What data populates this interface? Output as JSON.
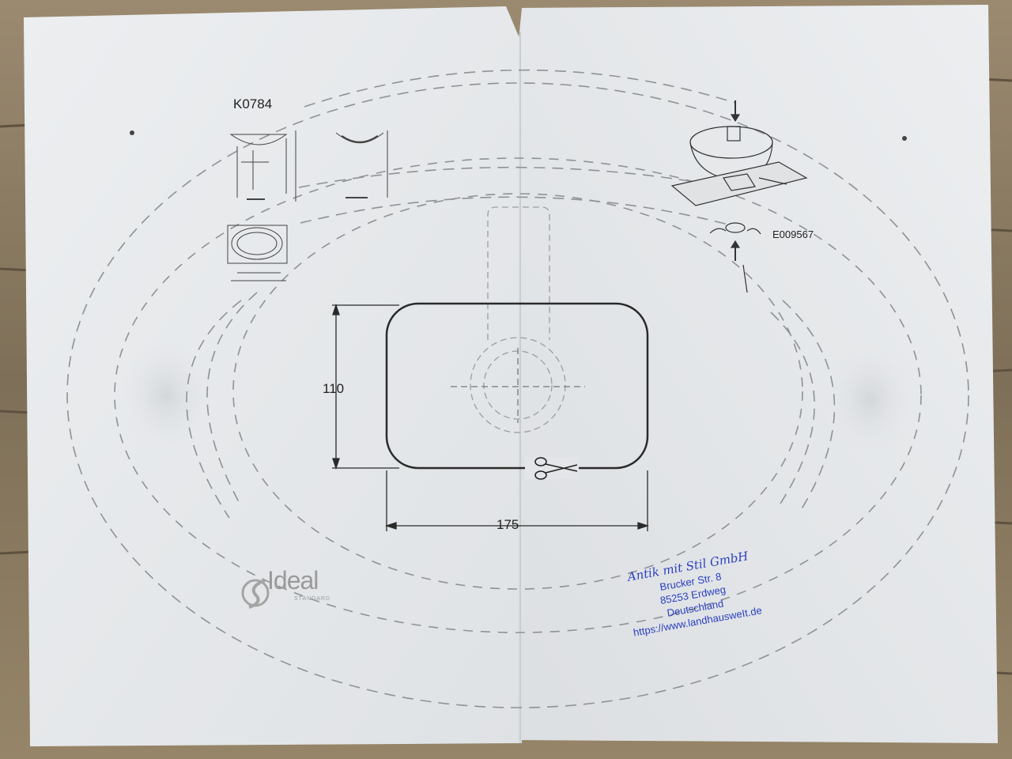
{
  "template": {
    "model_code": "K0784",
    "instruction_code": "E009567",
    "dimension_height": "110",
    "dimension_width": "175",
    "brand_word": "Ideal",
    "brand_sub": "STANDARD"
  },
  "stamp": {
    "company": "Antik mit Stil GmbH",
    "street": "Brucker Str. 8",
    "city": "85253 Erdweg",
    "country": "Deutschland",
    "website": "https://www.landhausweIt.de"
  },
  "colors": {
    "wood": "#8a7a62",
    "paper": "#e6e8ea",
    "stamp_blue": "#2b3fc0",
    "line": "#2a2a2a"
  }
}
